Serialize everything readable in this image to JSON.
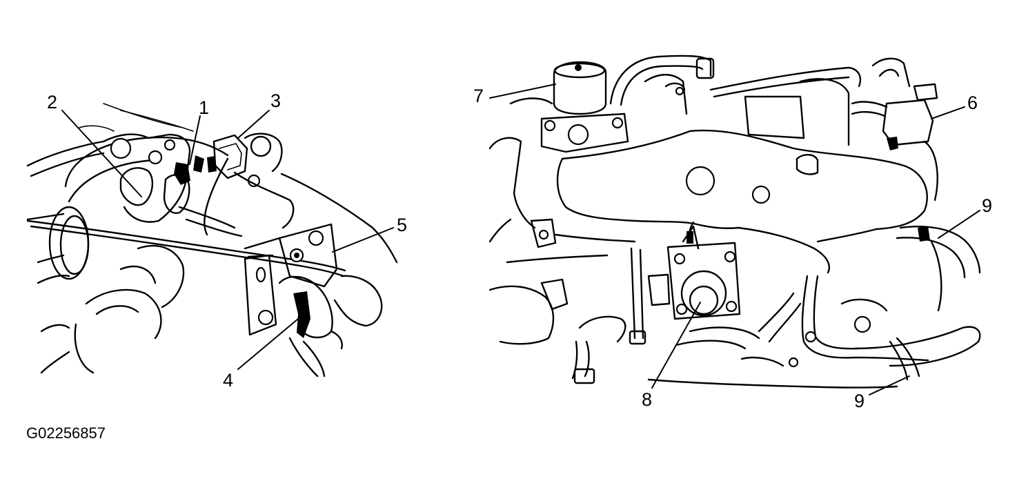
{
  "figure_id": "G02256857",
  "callouts": {
    "c1": "1",
    "c2": "2",
    "c3": "3",
    "c4": "4",
    "c5": "5",
    "c6": "6",
    "c7": "7",
    "c8": "8",
    "c9a": "9",
    "c9b": "9"
  }
}
